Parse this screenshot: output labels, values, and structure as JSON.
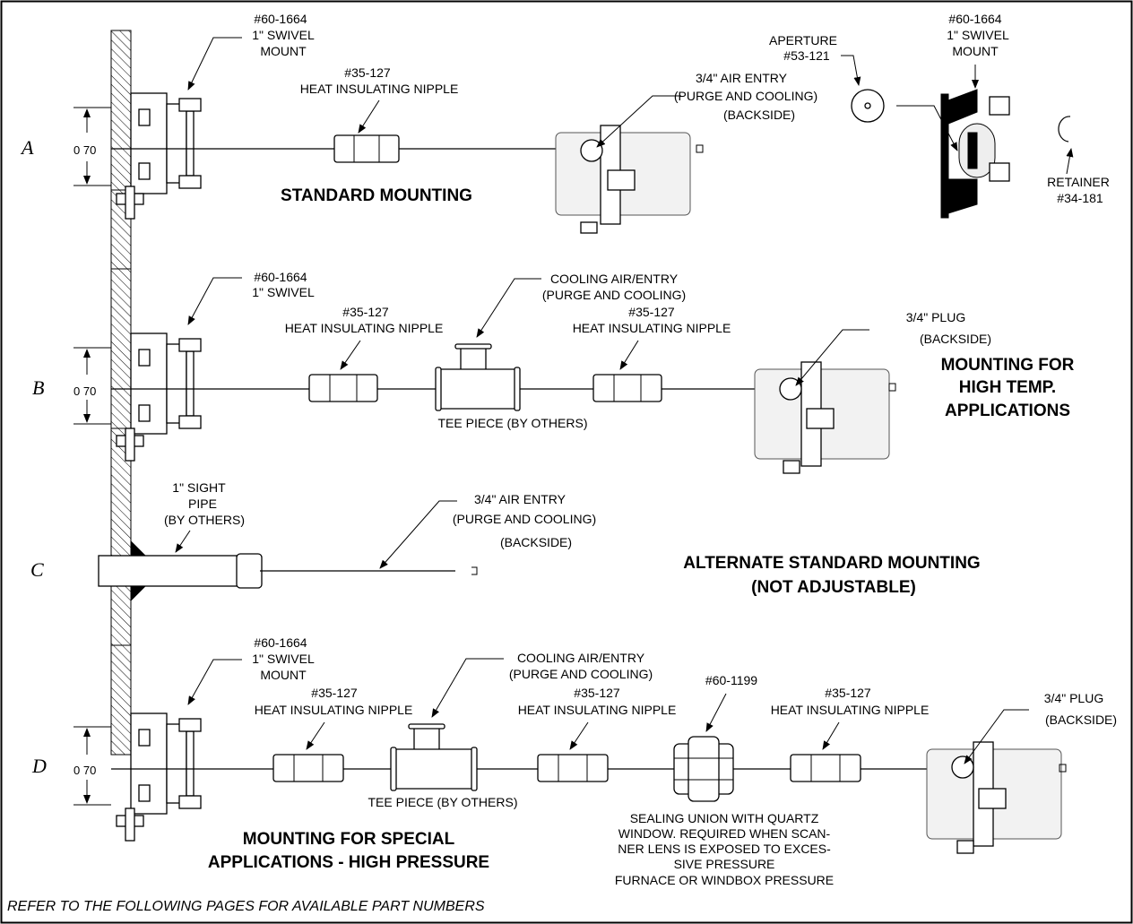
{
  "rows": {
    "a": "A",
    "b": "B",
    "c": "C",
    "d": "D"
  },
  "dim_label": "0 70",
  "row_a": {
    "swivel_part": "#60-1664",
    "swivel_line1": "1\" SWIVEL",
    "swivel_line2": "MOUNT",
    "nipple_part": "#35-127",
    "nipple_name": "HEAT INSULATING NIPPLE",
    "air_line1": "3/4\" AIR ENTRY",
    "air_line2": "(PURGE AND COOLING)",
    "air_line3": "(BACKSIDE)",
    "title": "STANDARD MOUNTING",
    "aperture_name": "APERTURE",
    "aperture_part": "#53-121",
    "swivel2_part": "#60-1664",
    "swivel2_line1": "1\" SWIVEL",
    "swivel2_line2": "MOUNT",
    "retainer_name": "RETAINER",
    "retainer_part": "#34-181"
  },
  "row_b": {
    "swivel_part": "#60-1664",
    "swivel_line1": "1\" SWIVEL",
    "nipple1_part": "#35-127",
    "nipple1_name": "HEAT INSULATING NIPPLE",
    "cooling_line1": "COOLING AIR/ENTRY",
    "cooling_line2": "(PURGE AND COOLING)",
    "nipple2_part": "#35-127",
    "nipple2_name": "HEAT INSULATING NIPPLE",
    "tee_label": "TEE PIECE (BY OTHERS)",
    "plug_line1": "3/4\" PLUG",
    "plug_line2": "(BACKSIDE)",
    "title_line1": "MOUNTING FOR",
    "title_line2": "HIGH TEMP.",
    "title_line3": "APPLICATIONS"
  },
  "row_c": {
    "sight_line1": "1\" SIGHT",
    "sight_line2": "PIPE",
    "sight_line3": "(BY OTHERS)",
    "air_line1": "3/4\" AIR ENTRY",
    "air_line2": "(PURGE AND COOLING)",
    "air_line3": "(BACKSIDE)",
    "title_line1": "ALTERNATE STANDARD MOUNTING",
    "title_line2": "(NOT ADJUSTABLE)"
  },
  "row_d": {
    "swivel_part": "#60-1664",
    "swivel_line1": "1\" SWIVEL",
    "swivel_line2": "MOUNT",
    "cooling_line1": "COOLING AIR/ENTRY",
    "cooling_line2": "(PURGE AND COOLING)",
    "nipple1_part": "#35-127",
    "nipple1_name": "HEAT INSULATING NIPPLE",
    "nipple2_part": "#35-127",
    "nipple2_name": "HEAT INSULATING NIPPLE",
    "union_part": "#60-1199",
    "nipple3_part": "#35-127",
    "nipple3_name": "HEAT INSULATING NIPPLE",
    "plug_line1": "3/4\" PLUG",
    "plug_line2": "(BACKSIDE)",
    "tee_label": "TEE PIECE (BY OTHERS)",
    "title_line1": "MOUNTING FOR SPECIAL",
    "title_line2": "APPLICATIONS - HIGH PRESSURE",
    "seal_line1": "SEALING UNION WITH QUARTZ",
    "seal_line2": "WINDOW. REQUIRED WHEN SCAN-",
    "seal_line3": "NER LENS IS EXPOSED TO EXCES-",
    "seal_line4": "SIVE PRESSURE",
    "seal_line5": "FURNACE OR WINDBOX PRESSURE"
  },
  "footer": "REFER TO THE FOLLOWING PAGES FOR AVAILABLE PART NUMBERS"
}
